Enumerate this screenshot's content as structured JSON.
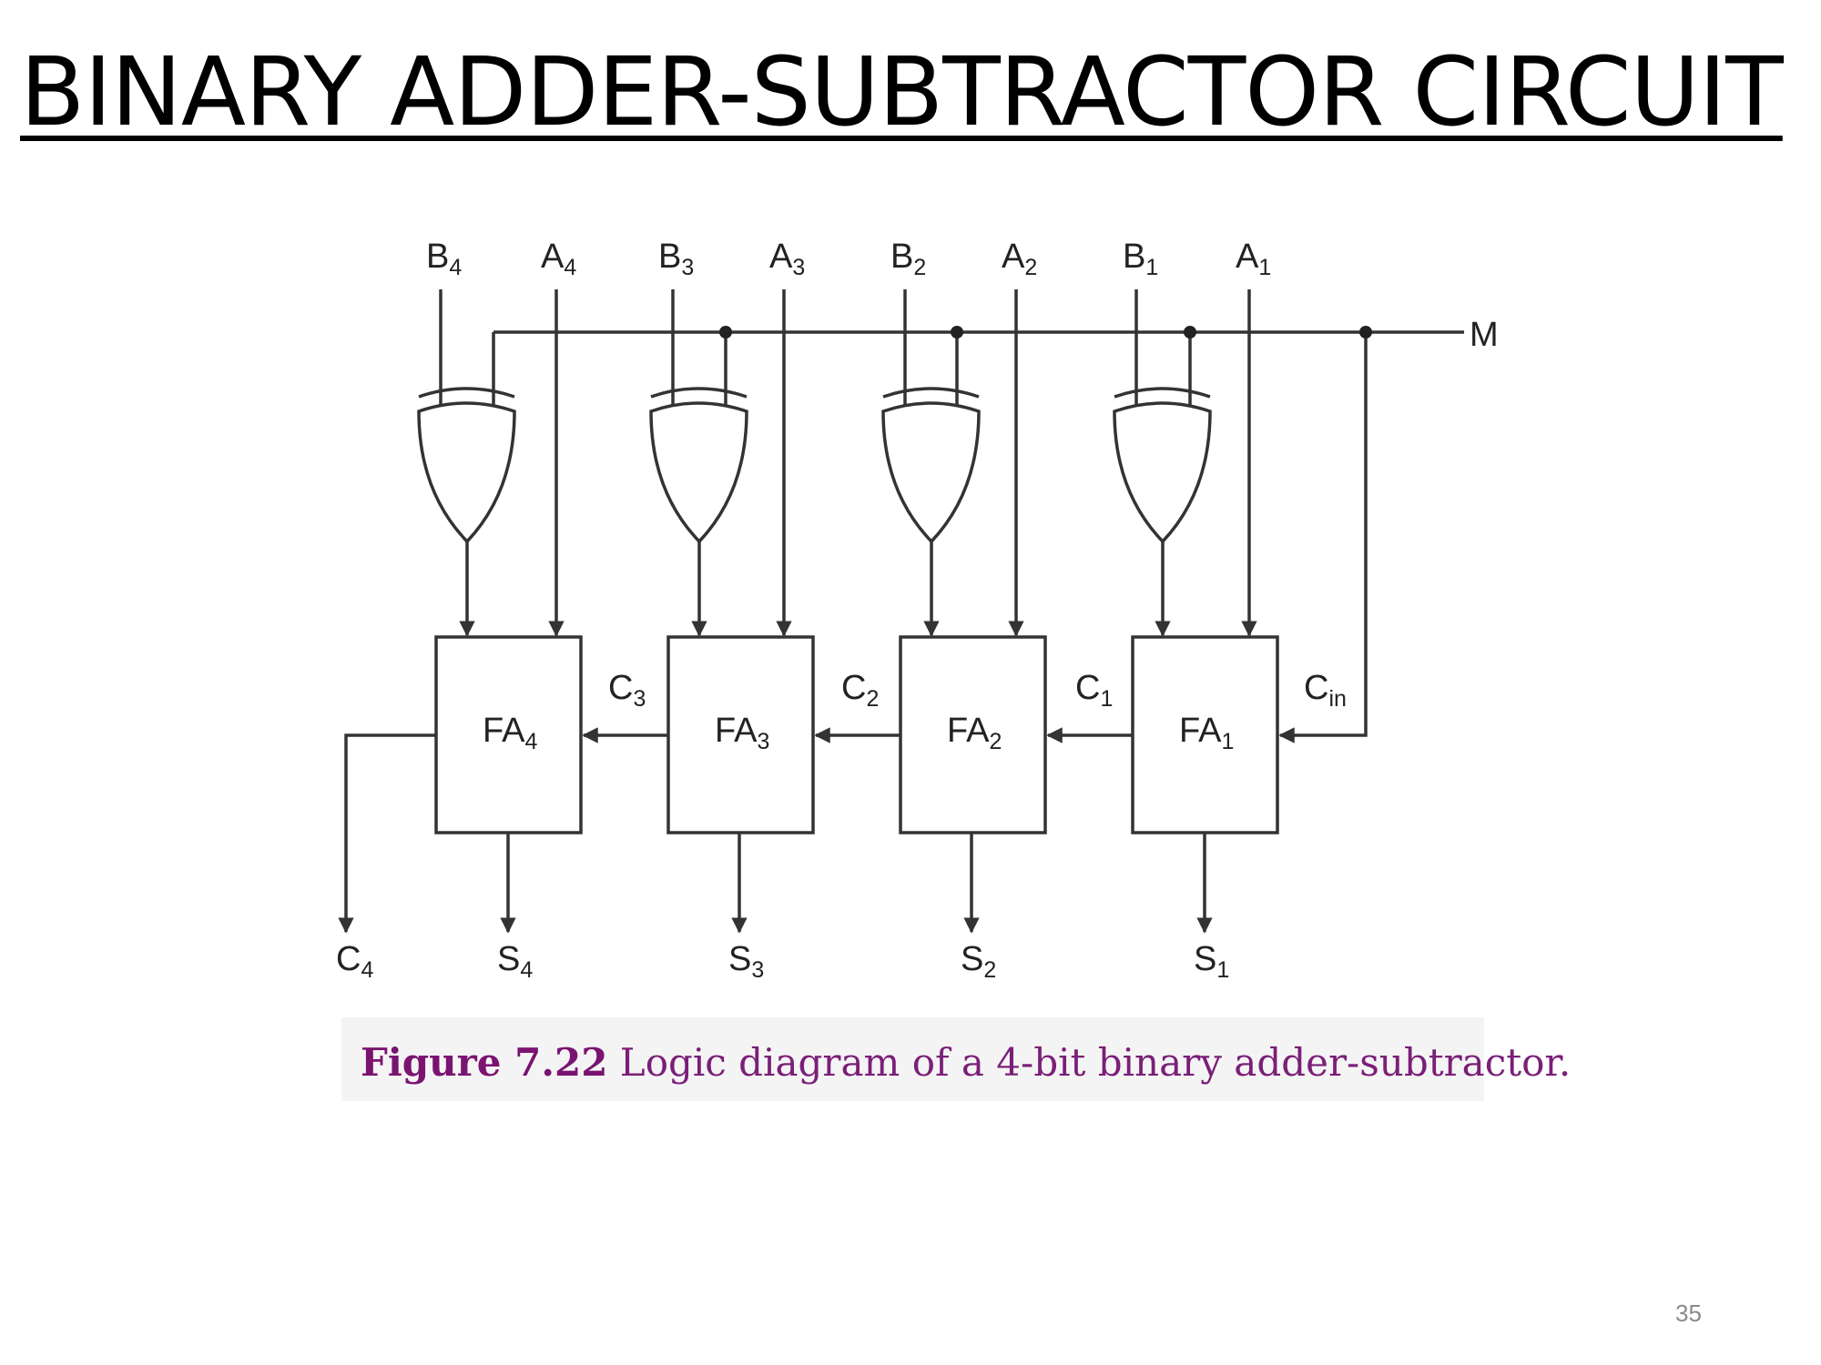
{
  "slide": {
    "title": "BINARY ADDER-SUBTRACTOR CIRCUIT",
    "number": "35"
  },
  "diagram": {
    "mode_label": "M",
    "stages": [
      {
        "adder": "FA",
        "idx": "4",
        "a": "A",
        "a_idx": "4",
        "b": "B",
        "b_idx": "4",
        "sum": "S",
        "sum_idx": "4"
      },
      {
        "adder": "FA",
        "idx": "3",
        "a": "A",
        "a_idx": "3",
        "b": "B",
        "b_idx": "3",
        "sum": "S",
        "sum_idx": "3"
      },
      {
        "adder": "FA",
        "idx": "2",
        "a": "A",
        "a_idx": "2",
        "b": "B",
        "b_idx": "2",
        "sum": "S",
        "sum_idx": "2"
      },
      {
        "adder": "FA",
        "idx": "1",
        "a": "A",
        "a_idx": "1",
        "b": "B",
        "b_idx": "1",
        "sum": "S",
        "sum_idx": "1"
      }
    ],
    "carries": [
      {
        "base": "C",
        "sub": "3"
      },
      {
        "base": "C",
        "sub": "2"
      },
      {
        "base": "C",
        "sub": "1"
      },
      {
        "base": "C",
        "sub": "in"
      }
    ],
    "carry_out": {
      "base": "C",
      "sub": "4"
    },
    "caption_bold": "Figure 7.22",
    "caption_text": " Logic diagram of a 4-bit binary adder-subtractor."
  }
}
